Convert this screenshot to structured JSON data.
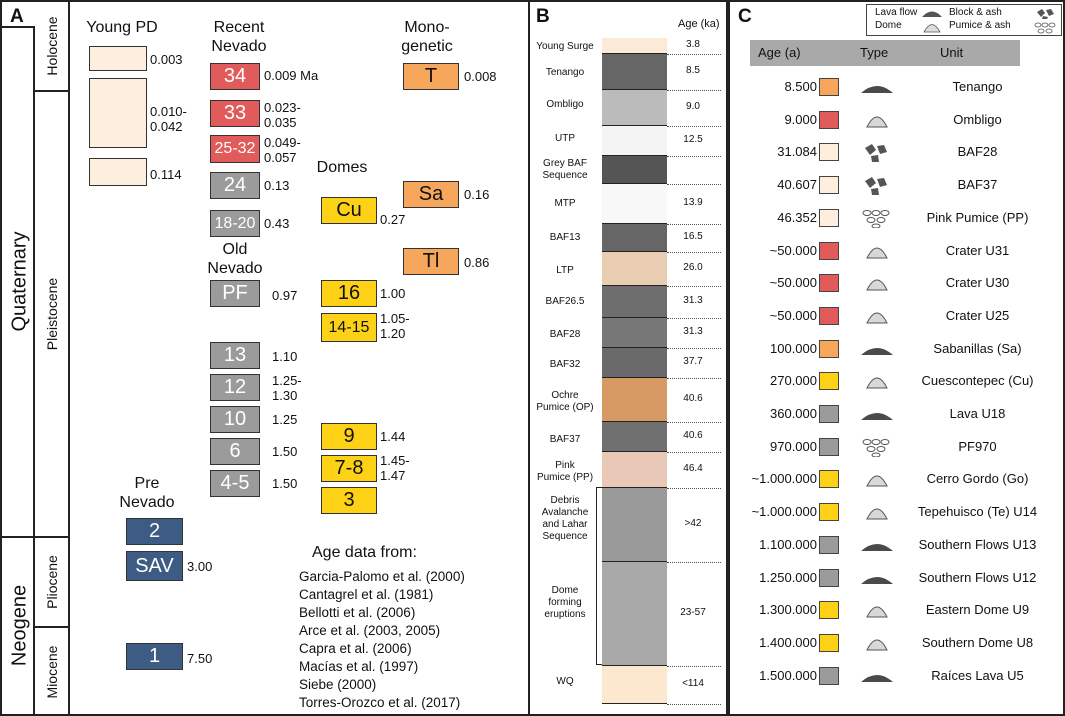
{
  "panelA": {
    "letter": "A",
    "periods": [
      {
        "name": "Quaternary"
      },
      {
        "name": "Neogene"
      }
    ],
    "epochs": [
      {
        "name": "Holocene"
      },
      {
        "name": "Pleistocene"
      },
      {
        "name": "Pliocene"
      },
      {
        "name": "Miocene"
      }
    ],
    "headers": {
      "young_pd": "Young PD",
      "recent_nevado": "Recent\nNevado",
      "monogenetic": "Mono-\ngenetic",
      "domes": "Domes",
      "old_nevado": "Old\nNevado",
      "pre_nevado": "Pre\nNevado"
    },
    "young_pd_ages": [
      "0.003",
      "0.010-\n0.042",
      "0.114"
    ],
    "boxes": [
      {
        "label": "34",
        "age": "0.009 Ma",
        "color": "#e25b5b"
      },
      {
        "label": "33",
        "age": "0.023-\n0.035",
        "color": "#e25b5b"
      },
      {
        "label": "25-32",
        "age": "0.049-\n0.057",
        "color": "#e25b5b"
      },
      {
        "label": "24",
        "age": "0.13",
        "color": "#9b9b9b"
      },
      {
        "label": "18-20",
        "age": "0.43",
        "color": "#9b9b9b"
      },
      {
        "label": "PF",
        "age": "0.97",
        "color": "#9b9b9b"
      },
      {
        "label": "13",
        "age": "1.10",
        "color": "#9b9b9b"
      },
      {
        "label": "12",
        "age": "1.25-\n1.30",
        "color": "#9b9b9b"
      },
      {
        "label": "10",
        "age": "1.25",
        "color": "#9b9b9b"
      },
      {
        "label": "6",
        "age": "1.50",
        "color": "#9b9b9b"
      },
      {
        "label": "4-5",
        "age": "1.50",
        "color": "#9b9b9b"
      },
      {
        "label": "T",
        "age": "0.008",
        "color": "#f7a75c"
      },
      {
        "label": "Sa",
        "age": "0.16",
        "color": "#f7a75c"
      },
      {
        "label": "Tl",
        "age": "0.86",
        "color": "#f7a75c"
      },
      {
        "label": "Cu",
        "age": "0.27",
        "color": "#fcd116"
      },
      {
        "label": "16",
        "age": "1.00",
        "color": "#fcd116"
      },
      {
        "label": "14-15",
        "age": "1.05-\n1.20",
        "color": "#fcd116"
      },
      {
        "label": "9",
        "age": "1.44",
        "color": "#fcd116"
      },
      {
        "label": "7-8",
        "age": "1.45-\n1.47",
        "color": "#fcd116"
      },
      {
        "label": "3",
        "age": "",
        "color": "#fcd116"
      },
      {
        "label": "2",
        "age": "",
        "color": "#3e5b84"
      },
      {
        "label": "SAV",
        "age": "3.00",
        "color": "#3e5b84"
      },
      {
        "label": "1",
        "age": "7.50",
        "color": "#3e5b84"
      }
    ],
    "refs_title": "Age data from:",
    "refs": [
      "Garcia-Palomo et al. (2000)",
      "Cantagrel et al. (1981)",
      "Bellotti et al. (2006)",
      "Arce et al. (2003, 2005)",
      "Capra et al. (2006)",
      "Macías et al. (1997)",
      "Siebe (2000)",
      "Torres-Orozco et al. (2017)"
    ]
  },
  "panelB": {
    "letter": "B",
    "age_header": "Age (ka)",
    "units": [
      {
        "name": "Young Surge",
        "age": "3.8"
      },
      {
        "name": "Tenango",
        "age": "8.5"
      },
      {
        "name": "Ombligo",
        "age": "9.0"
      },
      {
        "name": "UTP",
        "age": "12.5"
      },
      {
        "name": "Grey BAF\nSequence",
        "age": ""
      },
      {
        "name": "MTP",
        "age": "13.9"
      },
      {
        "name": "BAF13",
        "age": "16.5"
      },
      {
        "name": "LTP",
        "age": "26.0"
      },
      {
        "name": "BAF26.5",
        "age": "31.3"
      },
      {
        "name": "BAF28",
        "age": "31.3"
      },
      {
        "name": "BAF32",
        "age": "37.7"
      },
      {
        "name": "Ochre\nPumice (OP)",
        "age": "40.6"
      },
      {
        "name": "BAF37",
        "age": "40.6"
      },
      {
        "name": "Pink\nPumice (PP)",
        "age": "46.4"
      },
      {
        "name": "Debris\nAvalanche\nand Lahar\nSequence",
        "age": ">42"
      },
      {
        "name": "Dome\nforming\neruptions",
        "age": "23-57"
      },
      {
        "name": "WQ",
        "age": "<114"
      }
    ]
  },
  "panelC": {
    "letter": "C",
    "legend": {
      "lava_flow": "Lava flow",
      "dome": "Dome",
      "block_ash": "Block & ash",
      "pumice_ash": "Pumice & ash"
    },
    "headers": {
      "age": "Age (a)",
      "type": "Type",
      "unit": "Unit"
    },
    "rows": [
      {
        "age": "8.500",
        "color": "#f7a75c",
        "type": "lava-flow",
        "unit": "Tenango"
      },
      {
        "age": "9.000",
        "color": "#e25b5b",
        "type": "dome",
        "unit": "Ombligo"
      },
      {
        "age": "31.084",
        "color": "#fdeede",
        "type": "block-ash",
        "unit": "BAF28"
      },
      {
        "age": "40.607",
        "color": "#fdeede",
        "type": "block-ash",
        "unit": "BAF37"
      },
      {
        "age": "46.352",
        "color": "#fdeede",
        "type": "pumice-ash",
        "unit": "Pink Pumice (PP)"
      },
      {
        "age": "~50.000",
        "color": "#e25b5b",
        "type": "dome",
        "unit": "Crater U31"
      },
      {
        "age": "~50.000",
        "color": "#e25b5b",
        "type": "dome",
        "unit": "Crater U30"
      },
      {
        "age": "~50.000",
        "color": "#e25b5b",
        "type": "dome",
        "unit": "Crater U25"
      },
      {
        "age": "100.000",
        "color": "#f7a75c",
        "type": "lava-flow",
        "unit": "Sabanillas (Sa)"
      },
      {
        "age": "270.000",
        "color": "#fcd116",
        "type": "dome",
        "unit": "Cuescontepec (Cu)"
      },
      {
        "age": "360.000",
        "color": "#9b9b9b",
        "type": "lava-flow",
        "unit": "Lava U18"
      },
      {
        "age": "970.000",
        "color": "#9b9b9b",
        "type": "pumice-ash",
        "unit": "PF970"
      },
      {
        "age": "~1.000.000",
        "color": "#fcd116",
        "type": "dome",
        "unit": "Cerro Gordo (Go)"
      },
      {
        "age": "~1.000.000",
        "color": "#fcd116",
        "type": "dome",
        "unit": "Tepehuisco (Te) U14"
      },
      {
        "age": "1.100.000",
        "color": "#9b9b9b",
        "type": "lava-flow",
        "unit": "Southern Flows U13"
      },
      {
        "age": "1.250.000",
        "color": "#9b9b9b",
        "type": "lava-flow",
        "unit": "Southern Flows U12"
      },
      {
        "age": "1.300.000",
        "color": "#fcd116",
        "type": "dome",
        "unit": "Eastern Dome U9"
      },
      {
        "age": "1.400.000",
        "color": "#fcd116",
        "type": "dome",
        "unit": "Southern Dome U8"
      },
      {
        "age": "1.500.000",
        "color": "#9b9b9b",
        "type": "lava-flow",
        "unit": "Raíces Lava U5"
      }
    ]
  }
}
